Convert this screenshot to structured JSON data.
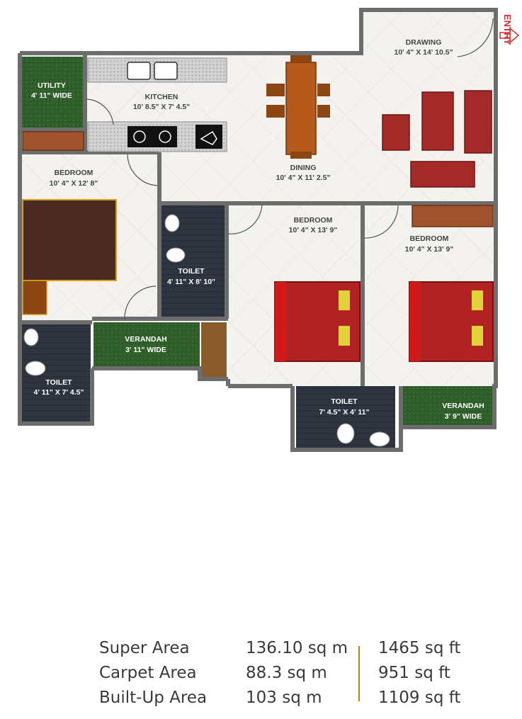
{
  "entry_label": "ENTRY",
  "rooms": {
    "drawing": {
      "name": "DRAWING",
      "size": "10' 4\" X 14' 10.5\""
    },
    "utility": {
      "name": "UTILITY",
      "size": "4' 11\" WIDE"
    },
    "kitchen": {
      "name": "KITCHEN",
      "size": "10' 8.5\" X 7' 4.5\""
    },
    "dining": {
      "name": "DINING",
      "size": "10' 4\" X 11' 2.5\""
    },
    "bedroom_left": {
      "name": "BEDROOM",
      "size": "10' 4\" X 12' 8\""
    },
    "bedroom_mid": {
      "name": "BEDROOM",
      "size": "10' 4\" X 13' 9\""
    },
    "bedroom_right": {
      "name": "BEDROOM",
      "size": "10' 4\" X 13' 9\""
    },
    "toilet_mid": {
      "name": "TOILET",
      "size": "4' 11\" X 8' 10\""
    },
    "toilet_left": {
      "name": "TOILET",
      "size": "4' 11\" X 7' 4.5\""
    },
    "toilet_bottom": {
      "name": "TOILET",
      "size": "7' 4.5\" X 4' 11\""
    },
    "verandah_left": {
      "name": "VERANDAH",
      "size": "3' 11\" WIDE"
    },
    "verandah_right": {
      "name": "VERANDAH",
      "size": "3' 9\" WIDE"
    }
  },
  "areas": [
    {
      "label": "Super Area",
      "metric": "136.10 sq m",
      "imperial": "1465 sq ft"
    },
    {
      "label": "Carpet Area",
      "metric": "88.3 sq m",
      "imperial": "951 sq ft"
    },
    {
      "label": "Built-Up Area",
      "metric": "103 sq m",
      "imperial": "1109 sq ft"
    }
  ],
  "colors": {
    "wall": "#6d6d6d",
    "floor": "#f4f2ee",
    "grass": "#2f5e2a",
    "toilet_floor": "#2e3440",
    "bed_red": "#b22222",
    "sofa_red": "#a52a2a",
    "wood": "#8b4513",
    "entry": "#d42b2b",
    "separator": "#b8860b"
  }
}
